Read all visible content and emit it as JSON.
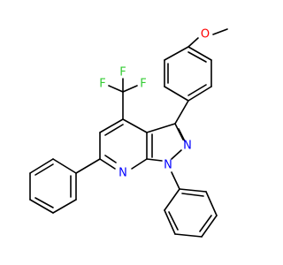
{
  "atoms": [
    {
      "id": "O",
      "label": "O",
      "color": "#ff0000"
    },
    {
      "id": "F1",
      "label": "F",
      "color": "#33cc33"
    },
    {
      "id": "F2",
      "label": "F",
      "color": "#33cc33"
    },
    {
      "id": "F3",
      "label": "F",
      "color": "#33cc33"
    },
    {
      "id": "N2",
      "label": "N",
      "color": "#0000ff"
    },
    {
      "id": "N1",
      "label": "N",
      "color": "#0000ff"
    },
    {
      "id": "N7",
      "label": "N",
      "color": "#0000ff"
    }
  ]
}
